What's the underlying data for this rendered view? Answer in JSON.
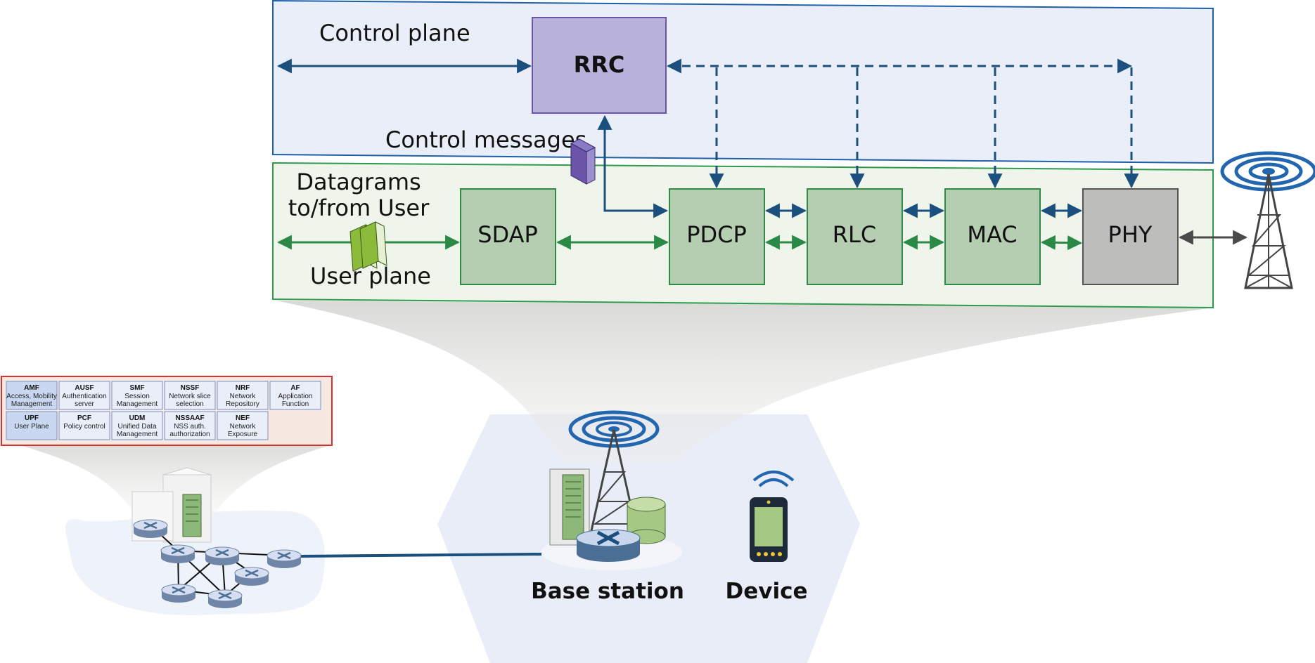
{
  "planes": {
    "control_label": "Control plane",
    "user_label": "User plane",
    "control_messages_label": "Control messages",
    "datagrams_line1": "Datagrams",
    "datagrams_line2": "to/from User"
  },
  "blocks": {
    "rrc": "RRC",
    "sdap": "SDAP",
    "pdcp": "PDCP",
    "rlc": "RLC",
    "mac": "MAC",
    "phy": "PHY"
  },
  "network_functions": [
    {
      "abbr": "AMF",
      "desc": [
        "Access, Mobility",
        "Management"
      ],
      "highlight": true
    },
    {
      "abbr": "AUSF",
      "desc": [
        "Authentication",
        "server"
      ],
      "highlight": false
    },
    {
      "abbr": "SMF",
      "desc": [
        "Session",
        "Management"
      ],
      "highlight": false
    },
    {
      "abbr": "NSSF",
      "desc": [
        "Network slice",
        "selection"
      ],
      "highlight": false
    },
    {
      "abbr": "NRF",
      "desc": [
        "Network",
        "Repository"
      ],
      "highlight": false
    },
    {
      "abbr": "AF",
      "desc": [
        "Application",
        "Function"
      ],
      "highlight": false
    },
    {
      "abbr": "UPF",
      "desc": [
        "User Plane"
      ],
      "highlight": true
    },
    {
      "abbr": "PCF",
      "desc": [
        "Policy control"
      ],
      "highlight": false
    },
    {
      "abbr": "UDM",
      "desc": [
        "Unified Data",
        "Management"
      ],
      "highlight": false
    },
    {
      "abbr": "NSSAAF",
      "desc": [
        "NSS auth.",
        "authorization"
      ],
      "highlight": false
    },
    {
      "abbr": "NEF",
      "desc": [
        "Network",
        "Exposure"
      ],
      "highlight": false
    }
  ],
  "nodes": {
    "base_station_label": "Base station",
    "device_label": "Device"
  },
  "colors": {
    "control_bg": "#e9eef8",
    "control_border": "#1f5fa8",
    "user_bg": "#eff5ea",
    "user_border": "#2e9a4c",
    "rrc_fill": "#b9b2da",
    "rrc_border": "#6b55a8",
    "layer_fill": "#b5cdb0",
    "layer_border": "#2e8a45",
    "phy_fill": "#bdbdbb",
    "ctrl_arrow": "#1b4f7e",
    "user_arrow": "#2a8a45",
    "core_box_bg": "#f7e8e2",
    "core_box_border": "#d9302b"
  }
}
